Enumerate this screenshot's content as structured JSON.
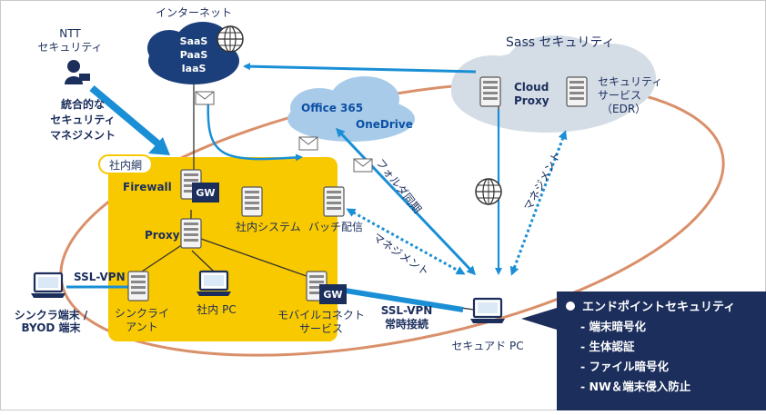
{
  "labels": {
    "internet": "インターネット",
    "saas": "SaaS",
    "paas": "PaaS",
    "iaas": "IaaS",
    "ntt_line1": "NTT",
    "ntt_line2": "セキュリティ",
    "integrated_line1": "統合的な",
    "integrated_line2": "セキュリティ",
    "integrated_line3": "マネジメント",
    "office365": "Office 365",
    "onedrive": "OneDrive",
    "sass_security": "Sass セキュリティ",
    "cloud_proxy_1": "Cloud",
    "cloud_proxy_2": "Proxy",
    "edr_1": "セキュリティ",
    "edr_2": "サービス",
    "edr_3": "（EDR）",
    "intranet": "社内網",
    "firewall": "Firewall",
    "gw": "GW",
    "internal_system": "社内システム",
    "batch": "バッチ配信",
    "proxy": "Proxy",
    "folder_sync": "フォルダ同期",
    "management_diag": "マネジメント",
    "management_right": "マネジメント",
    "ssl_vpn_left": "SSL-VPN",
    "thin_client_term_1": "シンクラ端末 /",
    "thin_client_term_2": "BYOD 端末",
    "thin_client_1": "シンクライ",
    "thin_client_2": "アント",
    "internal_pc": "社内 PC",
    "mobile_1": "モバイルコネクト",
    "mobile_2": "サービス",
    "ssl_vpn_right_1": "SSL-VPN",
    "ssl_vpn_right_2": "常時接続",
    "secure_pc": "セキュアド PC"
  },
  "endpoint": {
    "title": "エンドポイントセキュリティ",
    "items": [
      "- 端末暗号化",
      "- 生体認証",
      "- ファイル暗号化",
      "- NW＆端末侵入防止"
    ]
  },
  "colors": {
    "navy": "#1b2e5c",
    "cloud_dark": "#1b3f7a",
    "cloud_light": "#a8cbea",
    "cloud_gray": "#d4dde6",
    "intranet_yellow": "#f9c900",
    "arrow_blue": "#1a8fd6",
    "ellipse": "#d9906a"
  }
}
